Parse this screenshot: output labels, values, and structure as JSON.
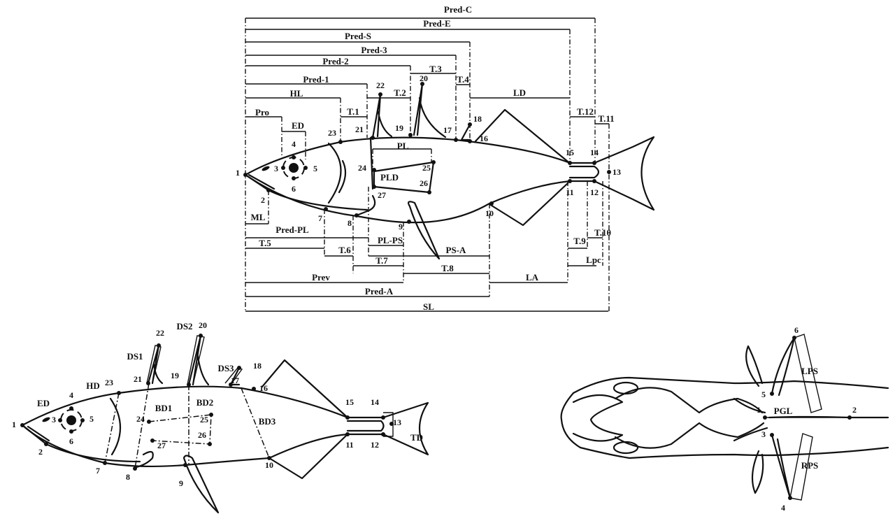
{
  "top_diagram": {
    "measurements": [
      "Pred-C",
      "Pred-E",
      "Pred-S",
      "Pred-3",
      "Pred-2",
      "T.3",
      "T.4",
      "Pred-1",
      "T.2",
      "HL",
      "LD",
      "T.1",
      "Pro",
      "T.12",
      "T.11",
      "ED",
      "PL",
      "PLD",
      "ML",
      "Pred-PL",
      "PL-PS",
      "T.10",
      "T.5",
      "T.6",
      "PS-A",
      "T.9",
      "T.7",
      "Lpc",
      "T.8",
      "Prev",
      "LA",
      "Pred-A",
      "SL"
    ],
    "landmarks": [
      "22",
      "20",
      "18",
      "23",
      "21",
      "19",
      "17",
      "16",
      "15",
      "14",
      "4",
      "3",
      "5",
      "1",
      "24",
      "25",
      "13",
      "26",
      "6",
      "2",
      "27",
      "11",
      "12",
      "7",
      "8",
      "10",
      "9"
    ]
  },
  "bottom_left_diagram": {
    "labels": [
      "DS1",
      "DS2",
      "HD",
      "DS3",
      "ED",
      "BD1",
      "BD2",
      "BD3",
      "TD"
    ],
    "landmarks": [
      "22",
      "20",
      "23",
      "21",
      "19",
      "18",
      "17",
      "16",
      "4",
      "3",
      "5",
      "1",
      "24",
      "25",
      "26",
      "27",
      "6",
      "2",
      "7",
      "8",
      "9",
      "10",
      "15",
      "14",
      "13",
      "11",
      "12"
    ]
  },
  "ventral_diagram": {
    "labels": [
      "LPS",
      "PGL",
      "RPS"
    ],
    "landmarks": [
      "6",
      "5",
      "1",
      "2",
      "3",
      "4"
    ]
  }
}
